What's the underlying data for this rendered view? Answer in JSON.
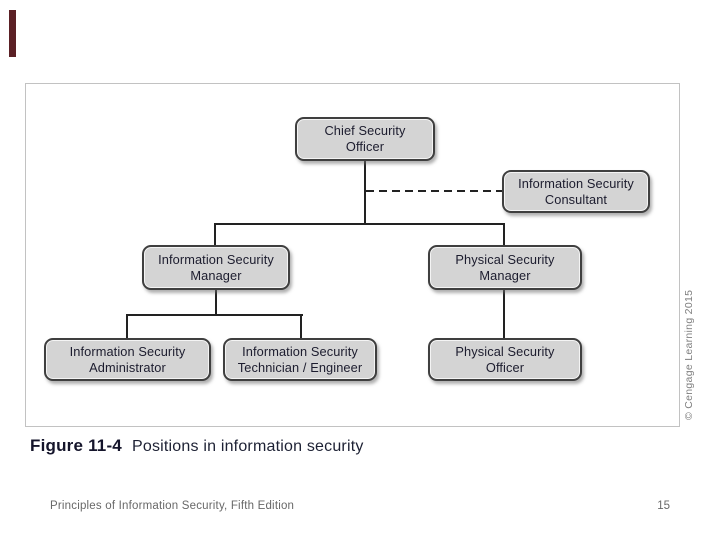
{
  "slide": {
    "background": "#ffffff",
    "accent_color": "#5b2025"
  },
  "figure": {
    "caption_label": "Figure 11-4",
    "caption_text": "Positions in information security",
    "credit": "© Cengage Learning 2015",
    "frame_border_color": "#c2c2c2"
  },
  "org_chart": {
    "box_fill": "#d4d4d4",
    "box_border_color": "#3f3f3f",
    "text_color": "#1c1c2e",
    "connector_color": "#222222",
    "nodes": [
      {
        "id": "chief-security-officer",
        "line1": "Chief Security",
        "line2": "Officer"
      },
      {
        "id": "information-security-consultant",
        "line1": "Information Security",
        "line2": "Consultant"
      },
      {
        "id": "information-security-manager",
        "line1": "Information Security",
        "line2": "Manager"
      },
      {
        "id": "physical-security-manager",
        "line1": "Physical Security",
        "line2": "Manager"
      },
      {
        "id": "information-security-administrator",
        "line1": "Information Security",
        "line2": "Administrator"
      },
      {
        "id": "information-security-technician",
        "line1": "Information Security",
        "line2": "Technician / Engineer"
      },
      {
        "id": "physical-security-officer",
        "line1": "Physical Security",
        "line2": "Officer"
      }
    ],
    "edges": [
      {
        "from": "chief-security-officer",
        "to": "information-security-manager",
        "style": "solid"
      },
      {
        "from": "chief-security-officer",
        "to": "physical-security-manager",
        "style": "solid"
      },
      {
        "from": "chief-security-officer",
        "to": "information-security-consultant",
        "style": "dashed"
      },
      {
        "from": "information-security-manager",
        "to": "information-security-administrator",
        "style": "solid"
      },
      {
        "from": "information-security-manager",
        "to": "information-security-technician",
        "style": "solid"
      },
      {
        "from": "physical-security-manager",
        "to": "physical-security-officer",
        "style": "solid"
      }
    ]
  },
  "footer": {
    "left_text": "Principles of Information Security, Fifth Edition",
    "page_number": "15"
  }
}
